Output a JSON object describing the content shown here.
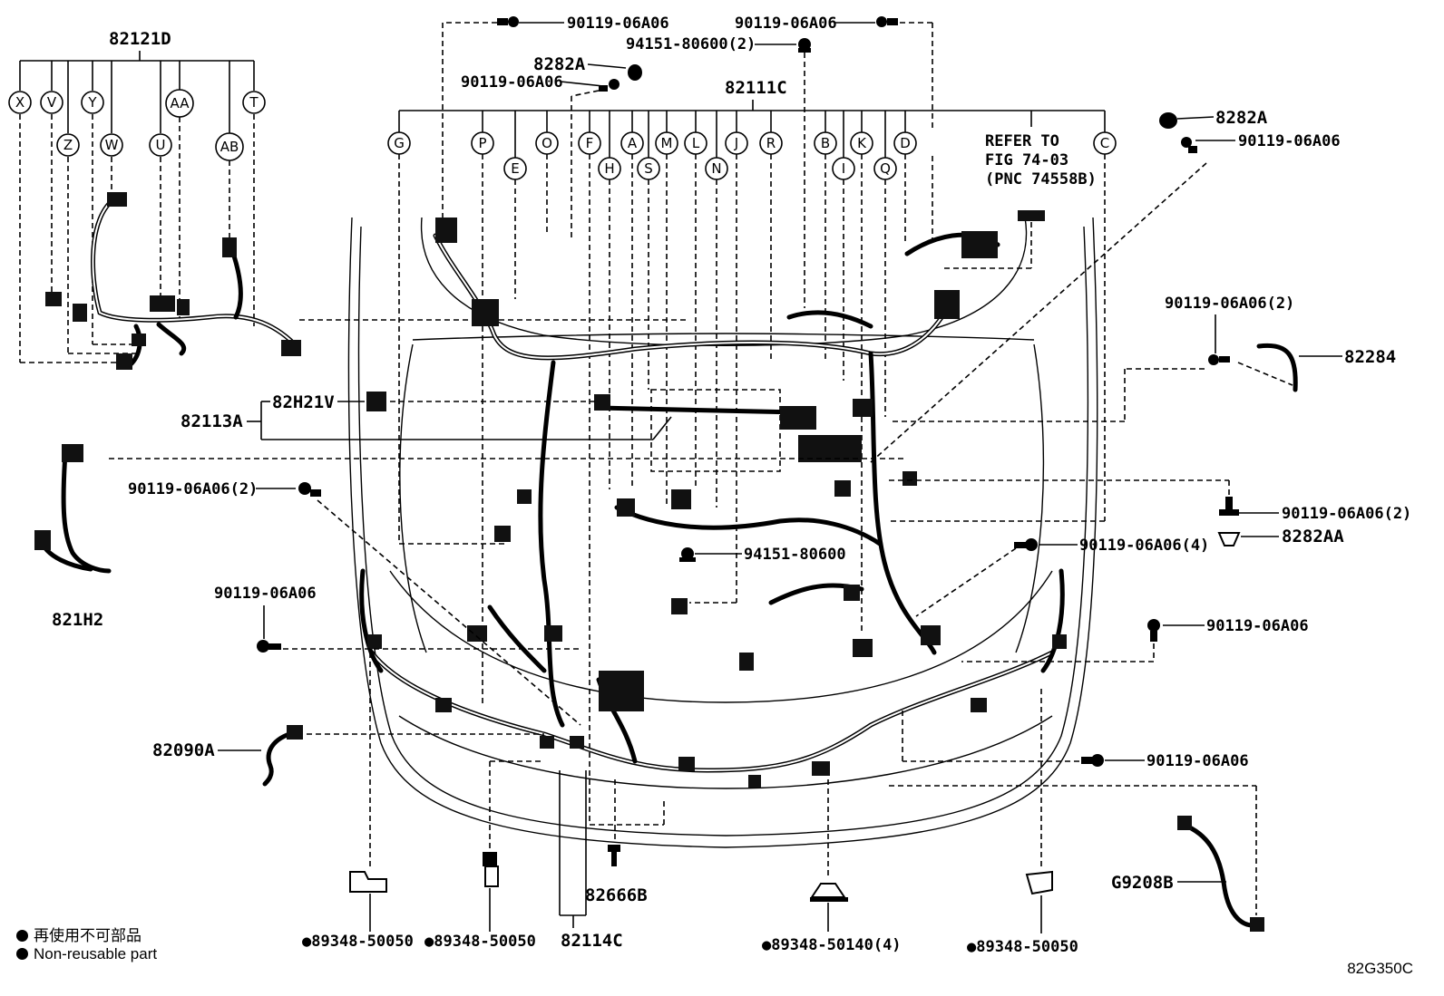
{
  "callouts": {
    "p82121D": "82121D",
    "p90119_top1": "90119-06A06",
    "p90119_top2": "90119-06A06",
    "p94151_2": "94151-80600(2)",
    "p8282A_top": "8282A",
    "p90119_top3": "90119-06A06",
    "p82111C": "82111C",
    "p8282A_right": "8282A",
    "p90119_right1": "90119-06A06",
    "p90119_right2": "90119-06A06(2)",
    "p82284": "82284",
    "p82H21V": "82H21V",
    "p82113A": "82113A",
    "p90119_left2": "90119-06A06(2)",
    "p821H2": "821H2",
    "p94151": "94151-80600",
    "p90119_4": "90119-06A06(4)",
    "p90119_r2b": "90119-06A06(2)",
    "p8282AA": "8282AA",
    "p90119_left1": "90119-06A06",
    "p90119_r3": "90119-06A06",
    "p82090A": "82090A",
    "p90119_r4": "90119-06A06",
    "p82666B": "82666B",
    "p82114C": "82114C",
    "pG9208B": "G9208B",
    "p89348_a": "89348-50050",
    "p89348_b": "89348-50050",
    "p89348_c": "89348-50140(4)",
    "p89348_d": "89348-50050"
  },
  "refer_note": {
    "line1": "REFER TO",
    "line2": "FIG 74-03",
    "line3": "(PNC 74558B)"
  },
  "left_circles": [
    "X",
    "V",
    "Y",
    "AA",
    "T",
    "Z",
    "W",
    "U",
    "AB"
  ],
  "main_circles_row1": [
    "G",
    "P",
    "O",
    "F",
    "A",
    "M",
    "L",
    "J",
    "R",
    "B",
    "K",
    "D",
    "C"
  ],
  "main_circles_row2": [
    "E",
    "H",
    "S",
    "N",
    "I",
    "Q"
  ],
  "legend": {
    "japanese": "再使用不可部品",
    "english": "Non-reusable part"
  },
  "figure_code": "82G350C"
}
